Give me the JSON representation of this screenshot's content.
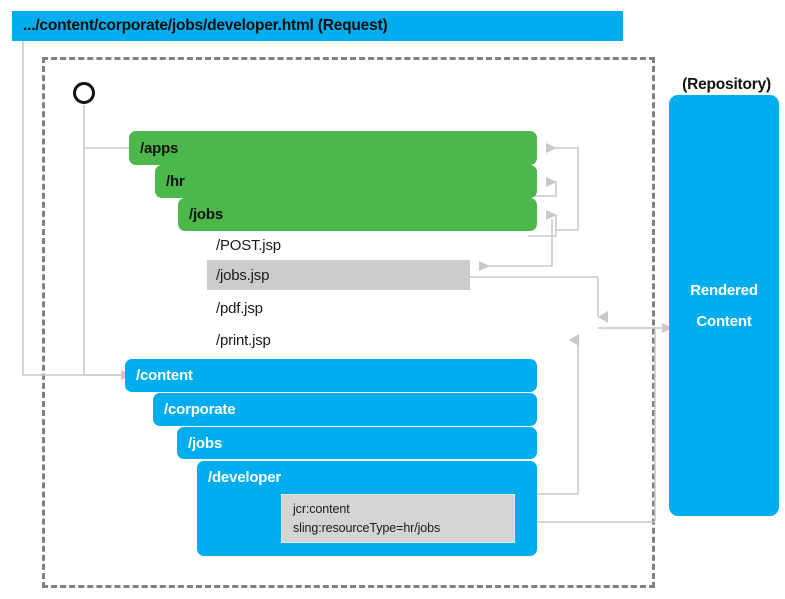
{
  "diagram": {
    "title": "Apache Sling request resolution diagram",
    "colors": {
      "blue": "#00AEEF",
      "green": "#4CB84C",
      "gray_highlight": "#cccccc",
      "prop_box": "#d4d4d4",
      "connector": "#c9c9c9",
      "dashed_border": "#808080"
    }
  },
  "request_bar": {
    "label": ".../content/corporate/jobs/developer.html (Request)"
  },
  "repository": {
    "label": "(Repository)",
    "root_node_name": "root-node"
  },
  "apps_tree": {
    "nodes": [
      {
        "label": "/apps",
        "type": "green"
      },
      {
        "label": "/hr",
        "type": "green"
      },
      {
        "label": "/jobs",
        "type": "green"
      }
    ],
    "scripts": [
      {
        "label": "/POST.jsp",
        "highlighted": false
      },
      {
        "label": "/jobs.jsp",
        "highlighted": true
      },
      {
        "label": "/pdf.jsp",
        "highlighted": false
      },
      {
        "label": "/print.jsp",
        "highlighted": false
      }
    ]
  },
  "content_tree": {
    "nodes": [
      {
        "label": "/content",
        "type": "blue"
      },
      {
        "label": "/corporate",
        "type": "blue"
      },
      {
        "label": "/jobs",
        "type": "blue"
      },
      {
        "label": "/developer",
        "type": "blue"
      }
    ],
    "properties": {
      "lines": [
        "jcr:content",
        "sling:resourceType=hr/jobs"
      ]
    }
  },
  "rendered_output": {
    "lines": [
      "Rendered",
      "Content"
    ]
  }
}
